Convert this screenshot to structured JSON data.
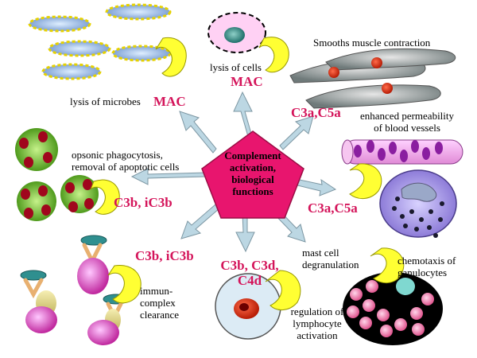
{
  "center": {
    "line1": "Complement",
    "line2": "activation,",
    "line3": "biological",
    "line4": "functions"
  },
  "labels": {
    "lysis_microbes": "lysis of microbes",
    "lysis_cells": "lysis of cells",
    "smooth_muscle": "Smooths muscle contraction",
    "permeability_1": "enhanced permeability",
    "permeability_2": "of blood vessels",
    "opsonic_1": "opsonic phagocytosis,",
    "opsonic_2": "removal of apoptotic cells",
    "immun_1": "immun-",
    "immun_2": "complex",
    "immun_3": "clearance",
    "mast_1": "mast cell",
    "mast_2": "degranulation",
    "chemo_1": "chemotaxis of",
    "chemo_2": "ganulocytes",
    "lympho_1": "regulation of",
    "lympho_2": "lymphocyte",
    "lympho_3": "activation"
  },
  "effectors": {
    "mac_left": "MAC",
    "mac_top": "MAC",
    "c3a_c5a_top": "C3a,C5a",
    "c3a_c5a_right": "C3a,C5a",
    "c3b_ic3b_left": "C3b, iC3b",
    "c3b_ic3b_bottom": "C3b, iC3b",
    "c3b_c3d_1": "C3b, C3d,",
    "c3b_c3d_2": "C4d"
  },
  "colors": {
    "effector_text": "#d4145a",
    "pentagon": "#e8156e",
    "arrow": "#bcd7e3",
    "arrow_stroke": "#7d97a3",
    "complement_fragment": "#ffff33"
  }
}
